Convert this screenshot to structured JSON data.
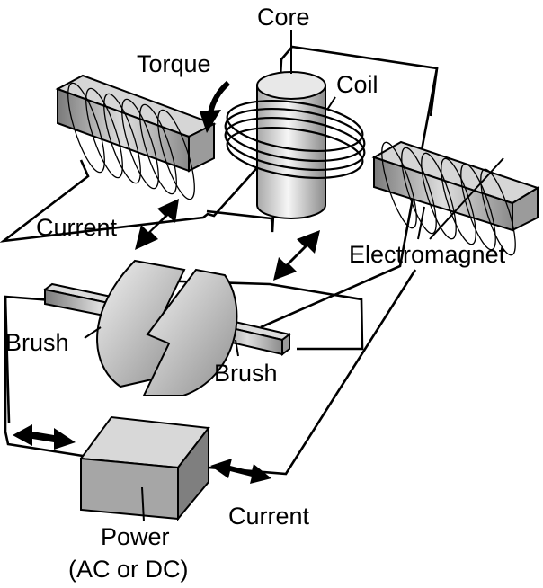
{
  "labels": {
    "core": "Core",
    "torque": "Torque",
    "coil": "Coil",
    "current_top": "Current",
    "electromagnet": "Electromagnet",
    "brush_left": "Brush",
    "brush_right": "Brush",
    "current_bottom": "Current",
    "power": "Power",
    "power_type": "(AC or DC)"
  }
}
